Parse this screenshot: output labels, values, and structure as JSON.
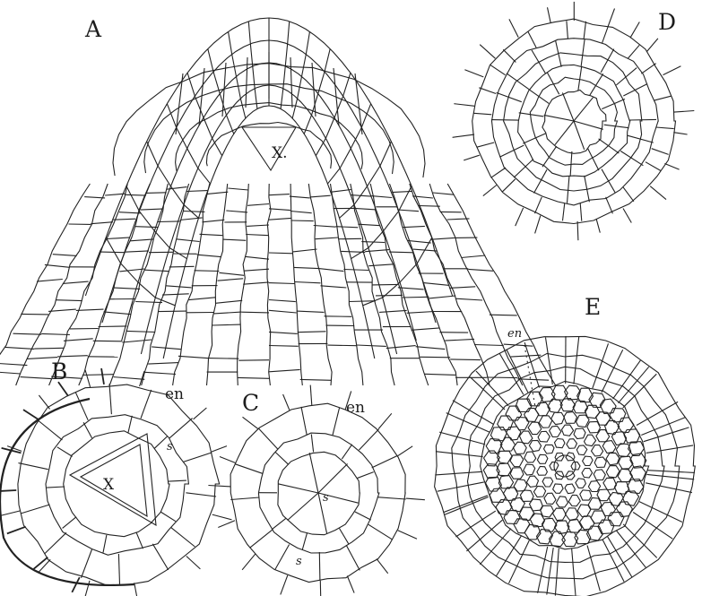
{
  "figure": {
    "panels": [
      {
        "id": "A",
        "label": "A",
        "marks": [
          "X."
        ]
      },
      {
        "id": "B",
        "label": "B",
        "marks": [
          "en",
          "s",
          "X"
        ]
      },
      {
        "id": "C",
        "label": "C",
        "marks": [
          "en",
          "s",
          "s"
        ]
      },
      {
        "id": "D",
        "label": "D",
        "marks": []
      },
      {
        "id": "E",
        "label": "E",
        "marks": [
          "en"
        ]
      }
    ],
    "ink_color": "#1c1c1c",
    "paper_color": "#ffffff"
  }
}
